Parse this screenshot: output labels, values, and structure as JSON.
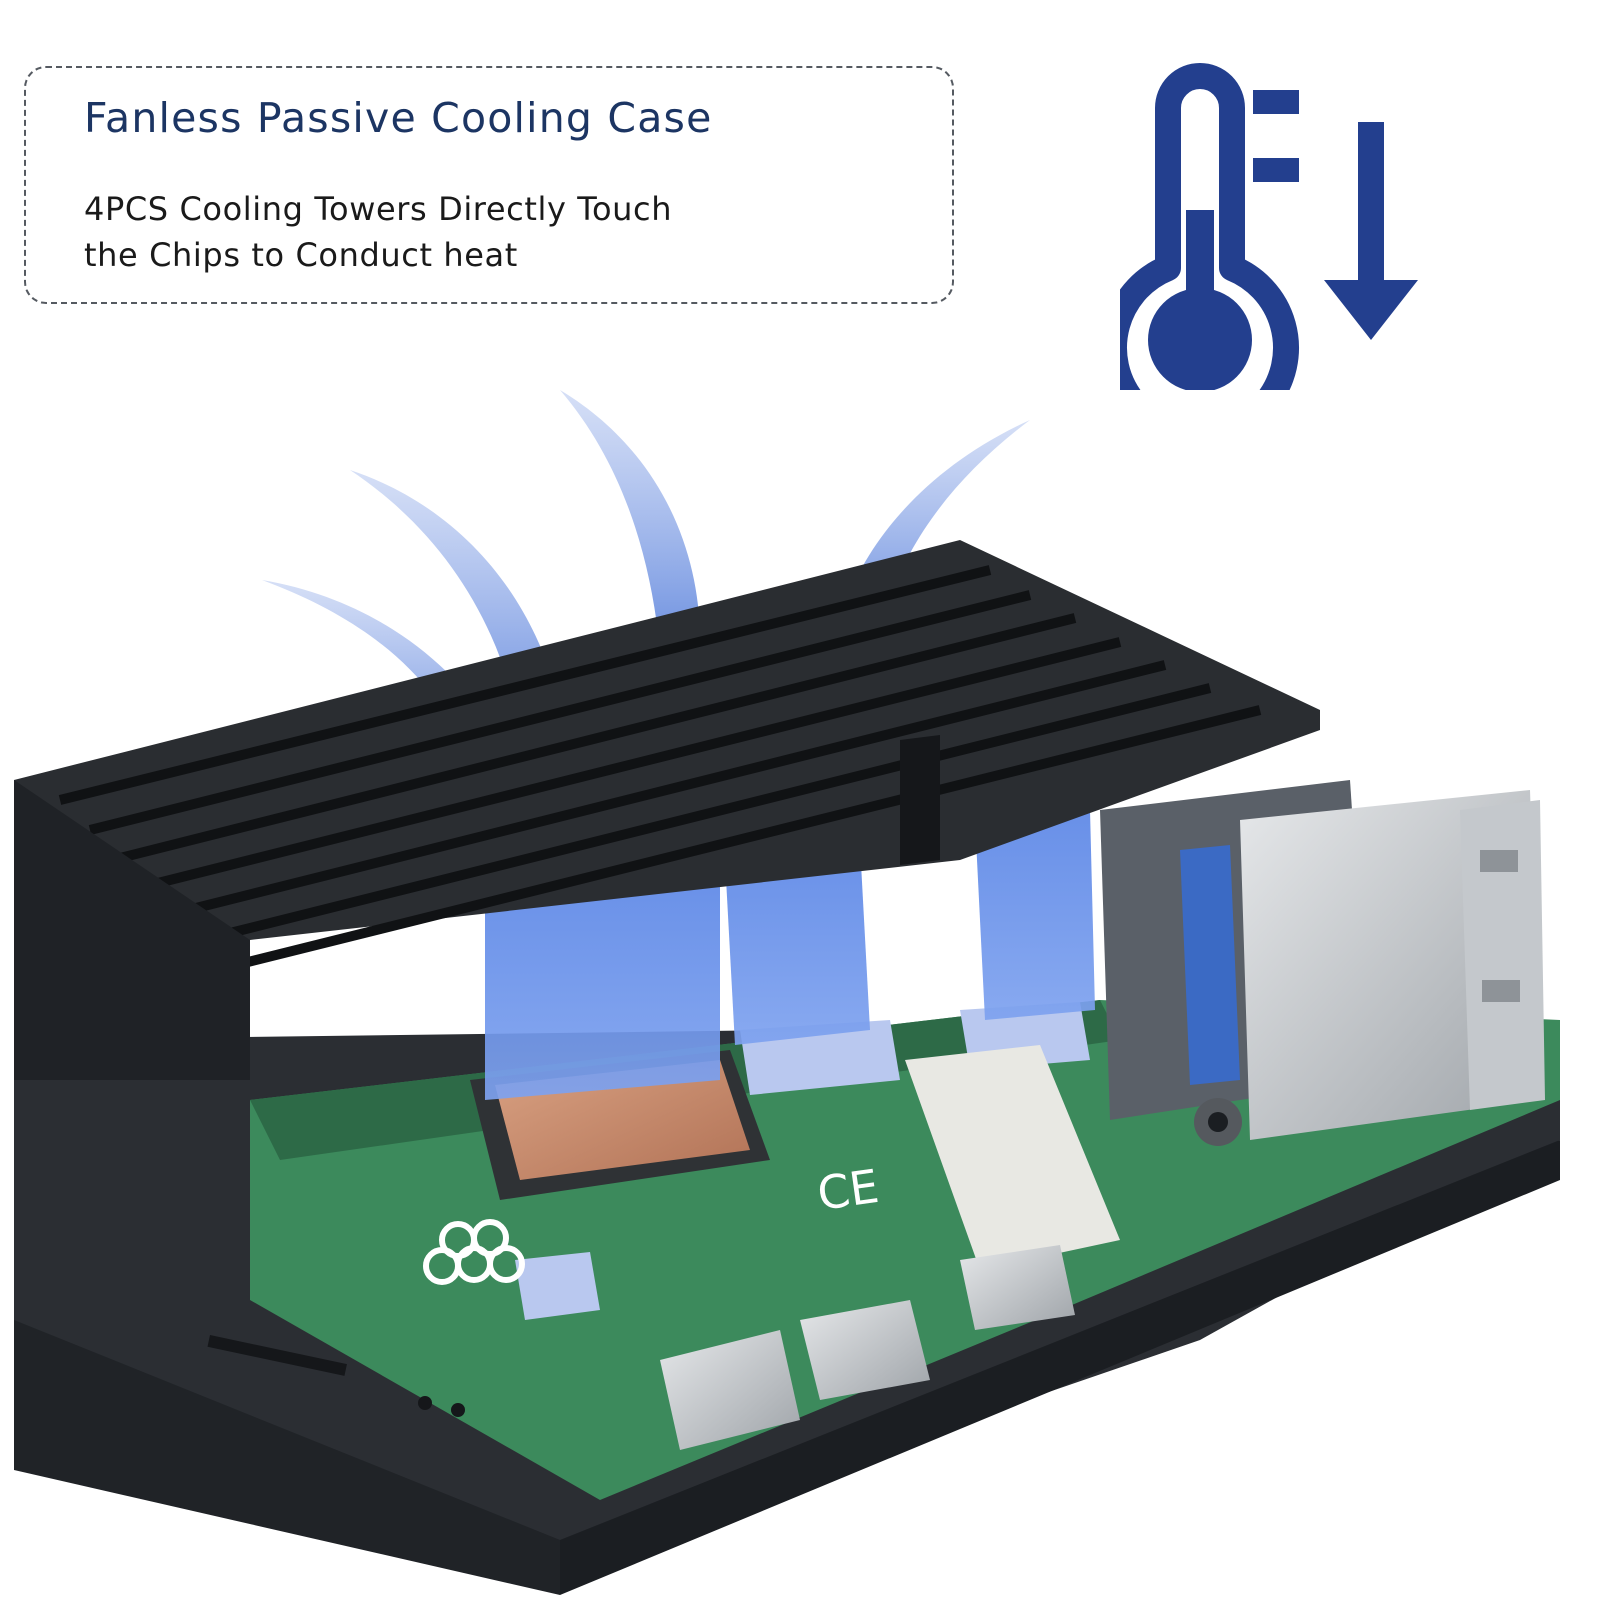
{
  "callout": {
    "title": "Fanless Passive Cooling Case",
    "body_lines": [
      "4PCS Cooling Towers Directly Touch",
      "the Chips to Conduct heat"
    ]
  },
  "icons": {
    "temperature": "thermometer-temperature-down-icon",
    "logo": "raspberry-logo-icon"
  },
  "colors": {
    "accent": "#233f8e",
    "title": "#1c3563",
    "case": "#2a2d31",
    "board": "#3c8a5c",
    "tower": "#4f79d8",
    "copper": "#c5896a"
  },
  "board_marks": {
    "ce_mark": "CE"
  }
}
